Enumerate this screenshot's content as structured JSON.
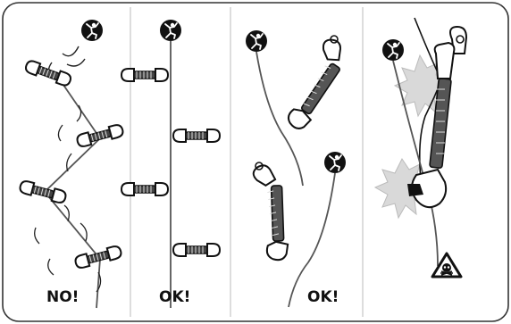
{
  "panels": {
    "no_zigzag": {
      "label": "NO!"
    },
    "ok_straight": {
      "label": "OK!"
    },
    "ok_clip_orientation": {
      "label": "OK!"
    },
    "danger": {
      "warning_icon": "skull-warning-icon"
    }
  },
  "icons": {
    "climber": "climber-icon",
    "warning": "skull-warning-icon",
    "impact": "impact-burst-icon"
  },
  "colors": {
    "ink": "#111111",
    "rope": "#5a5a5a",
    "sling": "#444444",
    "burst": "#d9d9d9",
    "frame": "#333333"
  }
}
